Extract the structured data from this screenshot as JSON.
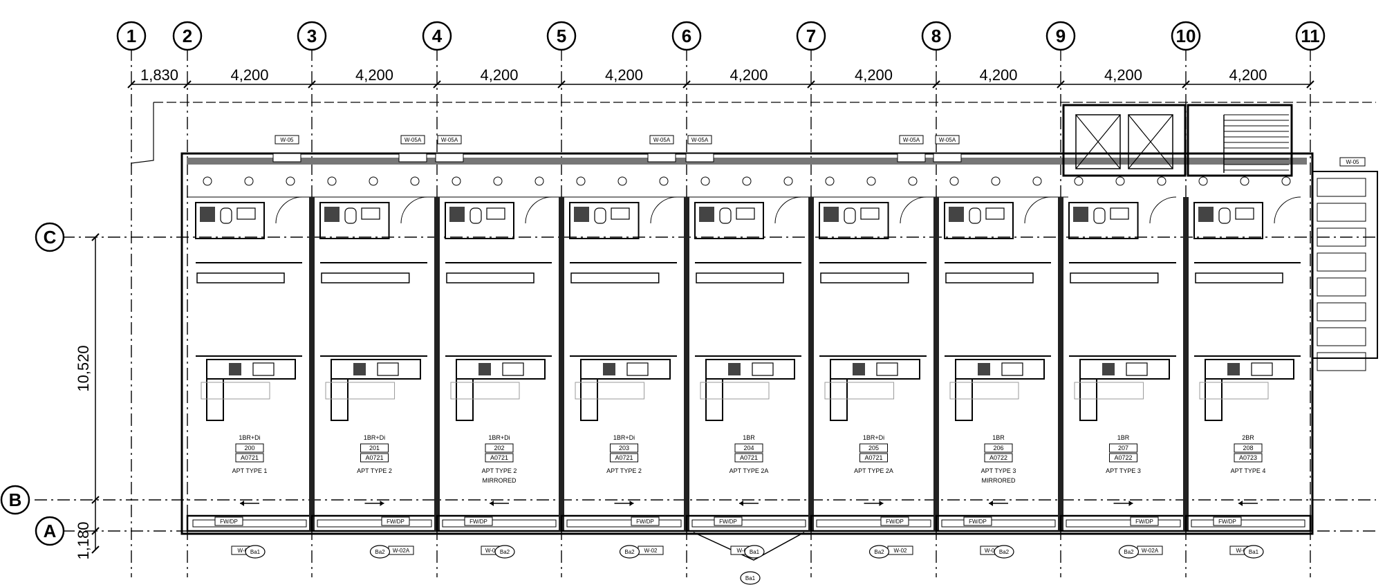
{
  "grid": {
    "columns": [
      "1",
      "2",
      "3",
      "4",
      "5",
      "6",
      "7",
      "8",
      "9",
      "10",
      "11"
    ],
    "rows": [
      "C",
      "B",
      "A"
    ]
  },
  "dimensions": {
    "top": [
      "1,830",
      "4,200",
      "4,200",
      "4,200",
      "4,200",
      "4,200",
      "4,200",
      "4,200",
      "4,200",
      "4,200"
    ],
    "left": [
      "10,520",
      "1,180"
    ]
  },
  "units": [
    {
      "type": "1BR+Di",
      "number": "200",
      "code": "A0721",
      "name": "APT TYPE 1",
      "note": ""
    },
    {
      "type": "1BR+Di",
      "number": "201",
      "code": "A0721",
      "name": "APT TYPE 2",
      "note": ""
    },
    {
      "type": "1BR+Di",
      "number": "202",
      "code": "A0721",
      "name": "APT TYPE 2",
      "note": "MIRRORED"
    },
    {
      "type": "1BR+Di",
      "number": "203",
      "code": "A0721",
      "name": "APT TYPE 2",
      "note": ""
    },
    {
      "type": "1BR",
      "number": "204",
      "code": "A0721",
      "name": "APT TYPE 2A",
      "note": ""
    },
    {
      "type": "1BR+Di",
      "number": "205",
      "code": "A0721",
      "name": "APT TYPE 2A",
      "note": ""
    },
    {
      "type": "1BR",
      "number": "206",
      "code": "A0722",
      "name": "APT TYPE 3",
      "note": "MIRRORED"
    },
    {
      "type": "1BR",
      "number": "207",
      "code": "A0722",
      "name": "APT TYPE 3",
      "note": ""
    },
    {
      "type": "2BR",
      "number": "208",
      "code": "A0723",
      "name": "APT TYPE 4",
      "note": ""
    }
  ],
  "tags": {
    "window_top": [
      "W-05",
      "W-05A",
      "W-05A",
      "W-05A",
      "W-05A",
      "W-05A",
      "W-05A"
    ],
    "window_right": "W-05",
    "fwdp": "FW/DP",
    "window_bottom": [
      "W-01",
      "W-02A",
      "W-02A",
      "W-02",
      "W-01",
      "W-02",
      "W-02A",
      "W-02A",
      "W-01"
    ],
    "balcony": [
      "Ba1",
      "Ba2",
      "Ba2",
      "Ba2",
      "Ba1",
      "Ba2",
      "Ba2",
      "Ba2",
      "Ba1"
    ],
    "north_bay": "Ba1"
  }
}
